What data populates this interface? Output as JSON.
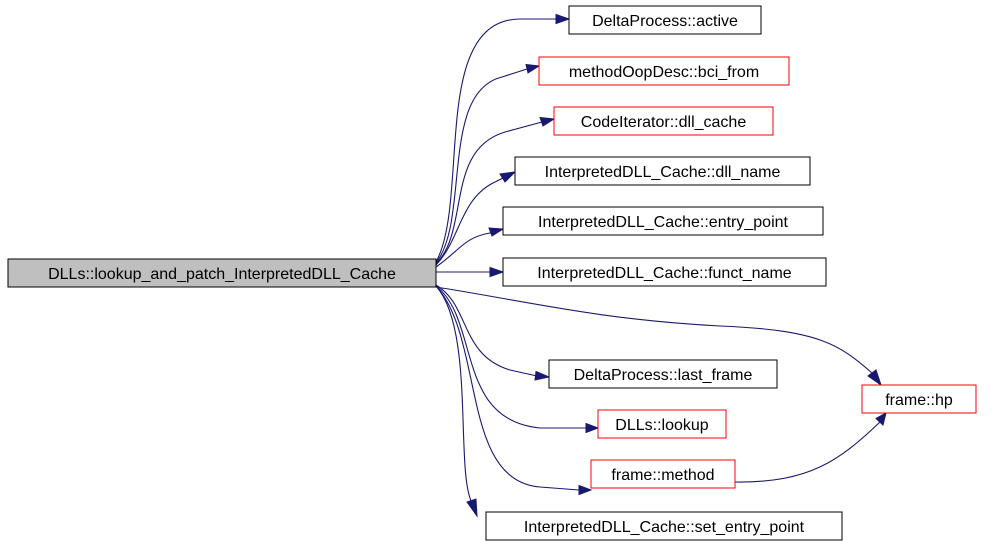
{
  "colors": {
    "edge": "#191970",
    "root_fill": "#bfbfbf",
    "root_border": "#000000",
    "normal_border": "#000000",
    "link_border": "#ff0000",
    "node_fill": "#ffffff"
  },
  "nodes": [
    {
      "id": "root",
      "label": "DLLs::lookup_and_patch_InterpretedDLL_Cache",
      "style": "root"
    },
    {
      "id": "n_active",
      "label": "DeltaProcess::active",
      "style": "normal"
    },
    {
      "id": "n_bci_from",
      "label": "methodOopDesc::bci_from",
      "style": "link"
    },
    {
      "id": "n_dll_cache",
      "label": "CodeIterator::dll_cache",
      "style": "link"
    },
    {
      "id": "n_dll_name",
      "label": "InterpretedDLL_Cache::dll_name",
      "style": "normal"
    },
    {
      "id": "n_entry_point",
      "label": "InterpretedDLL_Cache::entry_point",
      "style": "normal"
    },
    {
      "id": "n_funct_name",
      "label": "InterpretedDLL_Cache::funct_name",
      "style": "normal"
    },
    {
      "id": "n_hp",
      "label": "frame::hp",
      "style": "link"
    },
    {
      "id": "n_last_frame",
      "label": "DeltaProcess::last_frame",
      "style": "normal"
    },
    {
      "id": "n_lookup",
      "label": "DLLs::lookup",
      "style": "link"
    },
    {
      "id": "n_method",
      "label": "frame::method",
      "style": "link"
    },
    {
      "id": "n_set_entry_point",
      "label": "InterpretedDLL_Cache::set_entry_point",
      "style": "normal"
    }
  ],
  "edges": [
    {
      "from": "root",
      "to": "n_active"
    },
    {
      "from": "root",
      "to": "n_bci_from"
    },
    {
      "from": "root",
      "to": "n_dll_cache"
    },
    {
      "from": "root",
      "to": "n_dll_name"
    },
    {
      "from": "root",
      "to": "n_entry_point"
    },
    {
      "from": "root",
      "to": "n_funct_name"
    },
    {
      "from": "root",
      "to": "n_hp"
    },
    {
      "from": "root",
      "to": "n_last_frame"
    },
    {
      "from": "root",
      "to": "n_lookup"
    },
    {
      "from": "root",
      "to": "n_method"
    },
    {
      "from": "root",
      "to": "n_set_entry_point"
    },
    {
      "from": "n_method",
      "to": "n_hp"
    }
  ]
}
